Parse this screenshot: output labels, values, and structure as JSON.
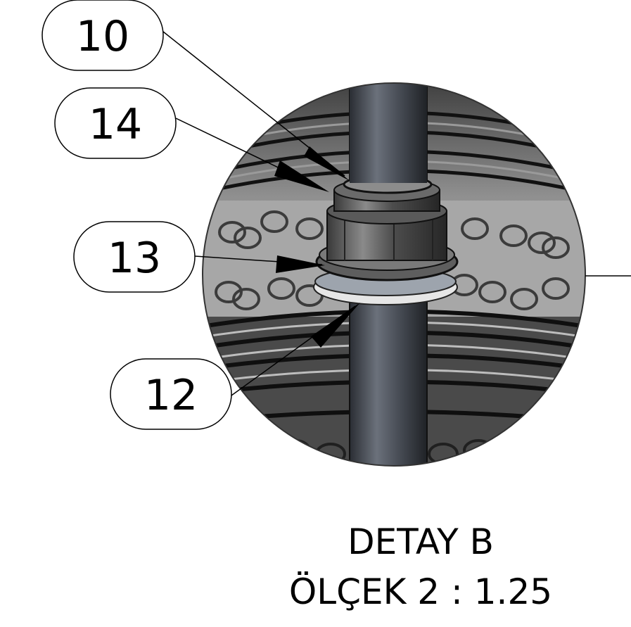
{
  "detail": {
    "title": "DETAY B",
    "scale": "ÖLÇEK 2 : 1.25"
  },
  "balloons": [
    {
      "id": "10",
      "label": "10"
    },
    {
      "id": "14",
      "label": "14"
    },
    {
      "id": "13",
      "label": "13"
    },
    {
      "id": "12",
      "label": "12"
    }
  ],
  "colors": {
    "line": "#000000",
    "background": "#ffffff",
    "metal_dark": "#2e2e2e",
    "metal_mid": "#6e6e6e",
    "metal_light": "#b9b9b9",
    "pipe": "#4a4f57",
    "washer": "#e8e8e8"
  }
}
